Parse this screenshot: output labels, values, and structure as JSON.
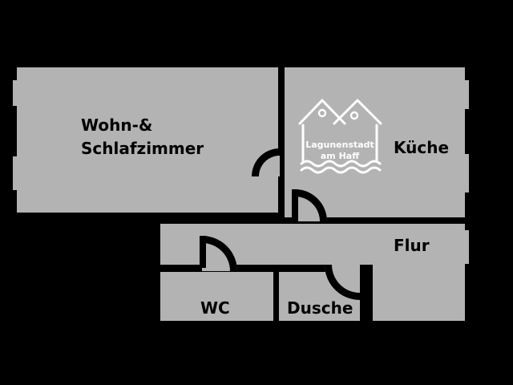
{
  "colors": {
    "background": "#000000",
    "room_fill": "#b3b3b3",
    "wall": "#000000",
    "logo": "#ffffff"
  },
  "rooms": {
    "wohn_schlafzimmer": {
      "line1": "Wohn-&",
      "line2": "Schlafzimmer"
    },
    "kueche": "Küche",
    "flur": "Flur",
    "wc": "WC",
    "dusche": "Dusche"
  },
  "logo": {
    "icon": "houses-waves-logo",
    "line1": "Lagunenstadt",
    "line2": "am Haff"
  }
}
